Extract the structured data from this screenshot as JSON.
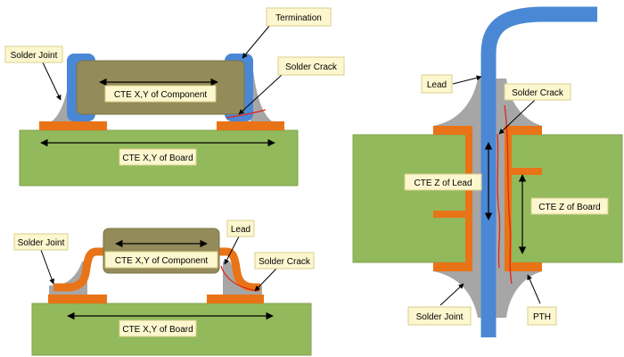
{
  "colors": {
    "board": "#92b95c",
    "board_border": "#82a34e",
    "copper_pad": "#e97317",
    "solder": "#a6a6a6",
    "termination": "#4a88d6",
    "component_body": "#938b5a",
    "component_border": "#7a7446",
    "crack": "#e0251b",
    "label_fill": "#fdf7cf",
    "label_border": "#d9cf8c"
  },
  "top_left": {
    "termination_label": "Termination",
    "solder_joint_label": "Solder Joint",
    "solder_crack_label": "Solder Crack",
    "component_cte_label": "CTE X,Y of Component",
    "board_cte_label": "CTE X,Y of Board"
  },
  "bottom_left": {
    "lead_label": "Lead",
    "solder_joint_label": "Solder Joint",
    "solder_crack_label": "Solder Crack",
    "component_cte_label": "CTE X,Y of Component",
    "board_cte_label": "CTE X,Y of Board"
  },
  "right": {
    "lead_label": "Lead",
    "solder_crack_label": "Solder Crack",
    "lead_cte_label": "CTE Z of Lead",
    "board_cte_label": "CTE Z of Board",
    "solder_joint_label": "Solder Joint",
    "pth_label": "PTH"
  }
}
